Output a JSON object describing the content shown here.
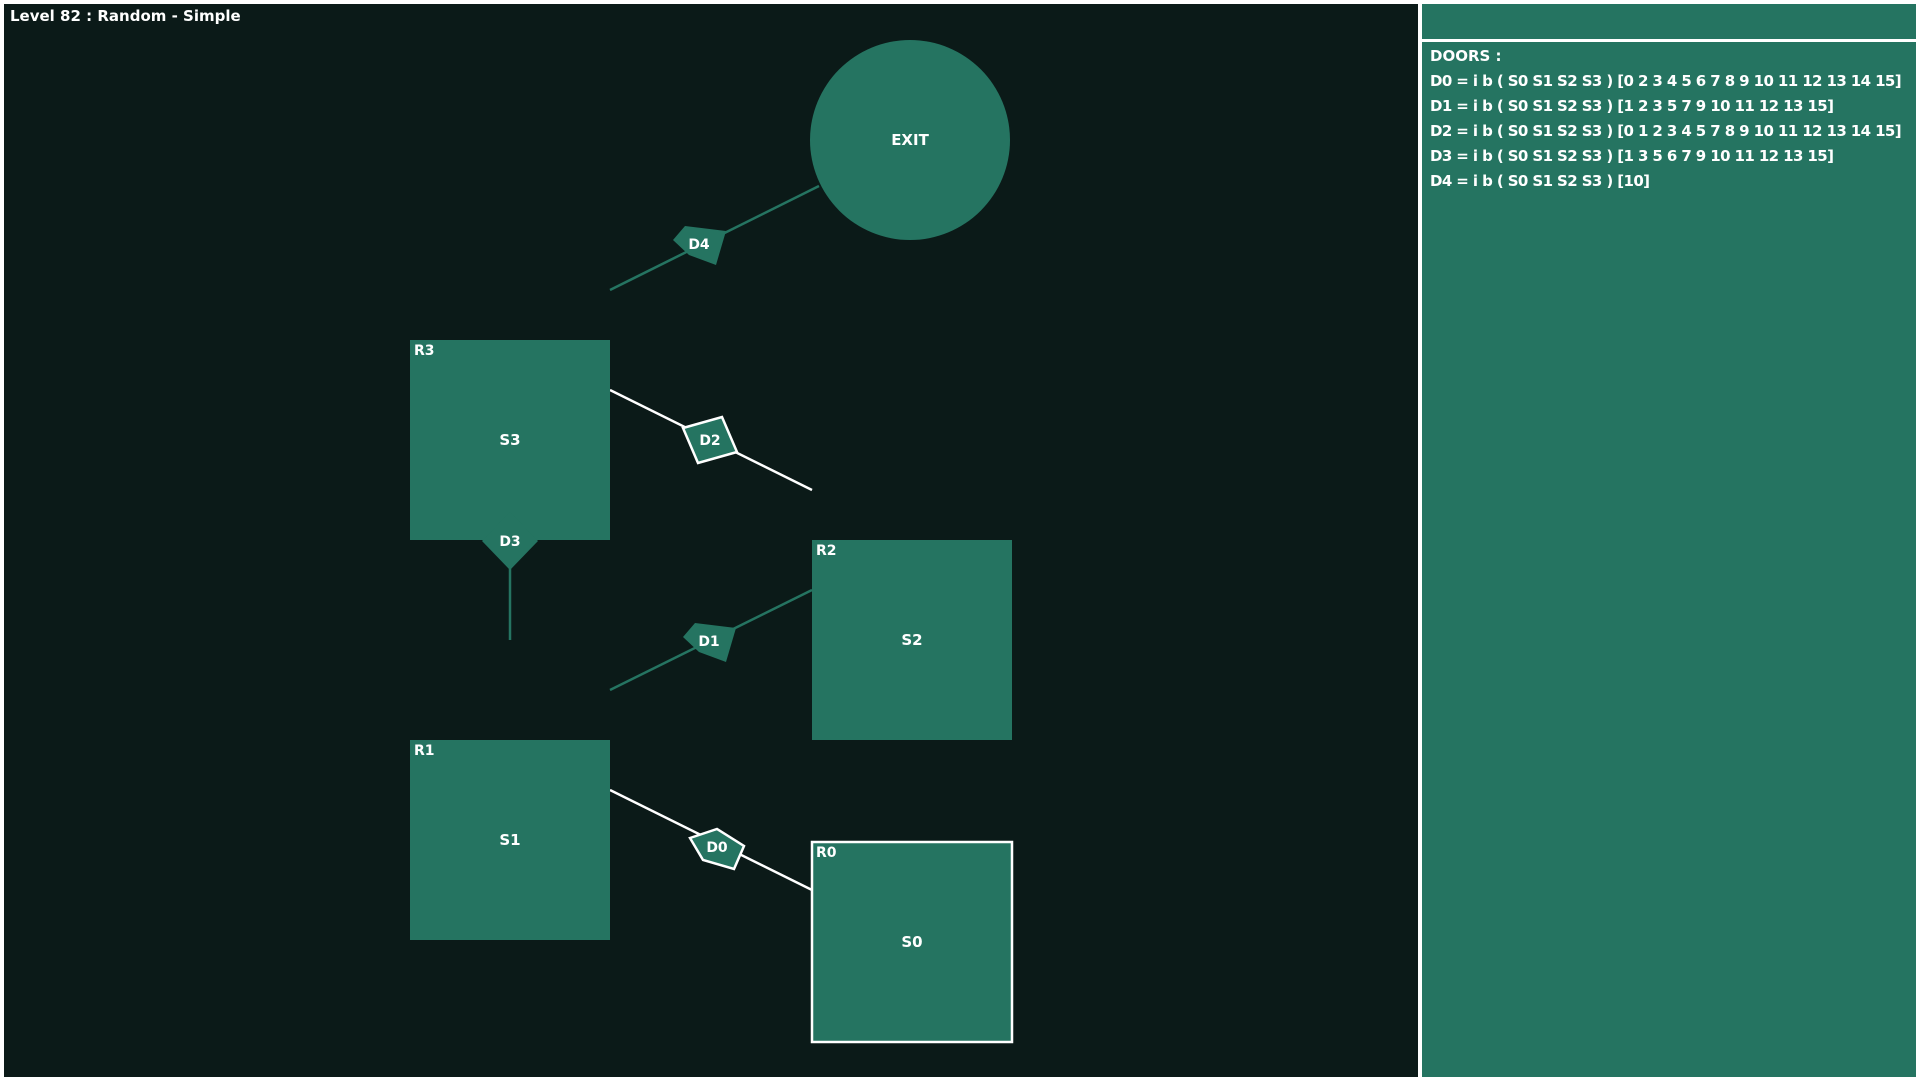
{
  "level_title": "Level 82 : Random - Simple",
  "colors": {
    "board_bg": "#0b1a18",
    "node_fill": "#257461",
    "panel_bg": "#257461",
    "edge_default": "#257461",
    "edge_visited": "#ffffff",
    "text": "#ffffff"
  },
  "rooms": [
    {
      "room": "R0",
      "state": "S0",
      "current": true
    },
    {
      "room": "R1",
      "state": "S1",
      "current": false
    },
    {
      "room": "R2",
      "state": "S2",
      "current": false
    },
    {
      "room": "R3",
      "state": "S3",
      "current": false
    }
  ],
  "exit_label": "EXIT",
  "doors": [
    {
      "label": "D0",
      "connects": [
        "R0",
        "R1"
      ],
      "highlighted": true
    },
    {
      "label": "D1",
      "connects": [
        "R1",
        "R2"
      ],
      "highlighted": false
    },
    {
      "label": "D2",
      "connects": [
        "R2",
        "R3"
      ],
      "highlighted": true
    },
    {
      "label": "D3",
      "connects": [
        "R1",
        "R3"
      ],
      "highlighted": false
    },
    {
      "label": "D4",
      "connects": [
        "R3",
        "EXIT"
      ],
      "highlighted": false
    }
  ],
  "panel": {
    "heading": "DOORS :",
    "lines": [
      "D0 = i b ( S0 S1 S2 S3 )  [0 2 3 4 5 6 7 8 9 10 11 12 13 14 15]",
      "D1 = i b ( S0 S1 S2 S3 )  [1 2 3 5 7 9 10 11 12 13 15]",
      "D2 = i b ( S0 S1 S2 S3 )  [0 1 2 3 4 5 7 8 9 10 11 12 13 14 15]",
      "D3 = i b ( S0 S1 S2 S3 )  [1 3 5 6 7 9 10 11 12 13 15]",
      "D4 = i b ( S0 S1 S2 S3 )  [10]"
    ]
  }
}
